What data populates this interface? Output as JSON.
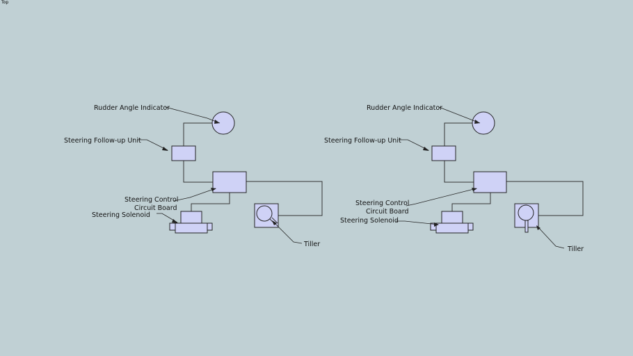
{
  "viewport": {
    "view_name": "Top"
  },
  "colors": {
    "background": "#c0d0d4",
    "component_fill": "#cfd2f6",
    "line": "#333333"
  },
  "diagrams": [
    {
      "labels": {
        "rudder_angle_indicator": "Rudder Angle Indicator",
        "steering_follow_up_unit": "Steering Follow-up Unit",
        "steering_control_line1": "Steering Control",
        "steering_control_line2": "Circuit Board",
        "steering_solenoid": "Steering Solenoid",
        "tiller": "Tiller"
      }
    },
    {
      "labels": {
        "rudder_angle_indicator": "Rudder Angle Indicator",
        "steering_follow_up_unit": "Steering Follow-up Unit",
        "steering_control_line1": "Steering Control",
        "steering_control_line2": "Circuit Board",
        "steering_solenoid": "Steering Solenoid",
        "tiller": "Tiller"
      }
    }
  ]
}
